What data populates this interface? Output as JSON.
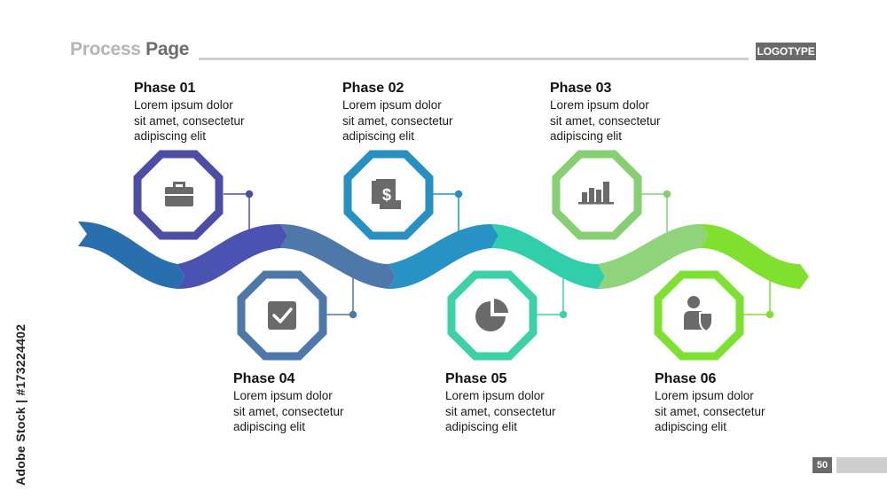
{
  "header": {
    "title_part1": "Process",
    "title_part2": "Page",
    "logo": "LOGOTYPE"
  },
  "phases": [
    {
      "title": "Phase 01",
      "text": [
        "Lorem ipsum dolor",
        "sit amet, consectetur",
        "adipiscing elit"
      ],
      "icon": "briefcase-icon",
      "color": "#4c4ea6"
    },
    {
      "title": "Phase 02",
      "text": [
        "Lorem ipsum dolor",
        "sit amet, consectetur",
        "adipiscing elit"
      ],
      "icon": "dollar-document-icon",
      "color": "#2790c2"
    },
    {
      "title": "Phase 03",
      "text": [
        "Lorem ipsum dolor",
        "sit amet, consectetur",
        "adipiscing elit"
      ],
      "icon": "bar-chart-icon",
      "color": "#86cf72"
    },
    {
      "title": "Phase 04",
      "text": [
        "Lorem ipsum dolor",
        "sit amet, consectetur",
        "adipiscing elit"
      ],
      "icon": "checkbox-icon",
      "color": "#4e77aa"
    },
    {
      "title": "Phase 05",
      "text": [
        "Lorem ipsum dolor",
        "sit amet, consectetur",
        "adipiscing elit"
      ],
      "icon": "pie-chart-icon",
      "color": "#3cd2a8"
    },
    {
      "title": "Phase 06",
      "text": [
        "Lorem ipsum dolor",
        "sit amet, consectetur",
        "adipiscing elit"
      ],
      "icon": "person-shield-icon",
      "color": "#7ee031"
    }
  ],
  "footer": {
    "page_number": "50",
    "side_label": "Adobe Stock | #173224402"
  },
  "colors": {
    "icon": "#6a6a6a",
    "text": "#111111",
    "title_light": "#b5b5b5",
    "title_dark": "#6d6d6d"
  }
}
